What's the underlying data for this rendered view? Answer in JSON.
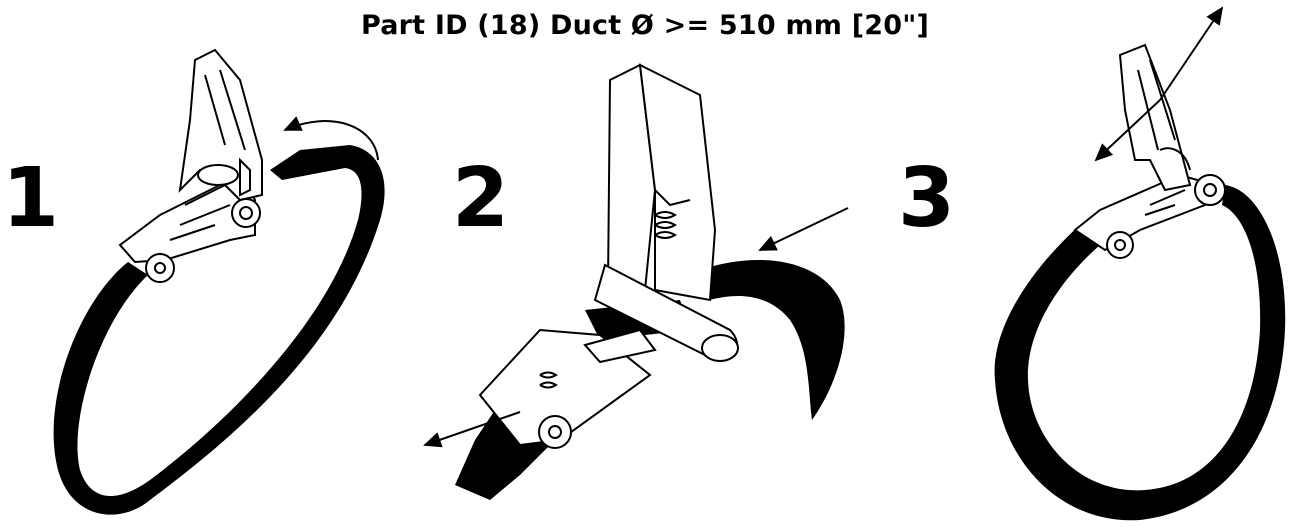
{
  "title": "Part ID (18) Duct Ø >= 510 mm [20\"]",
  "steps": [
    {
      "number": "1"
    },
    {
      "number": "2"
    },
    {
      "number": "3"
    }
  ]
}
